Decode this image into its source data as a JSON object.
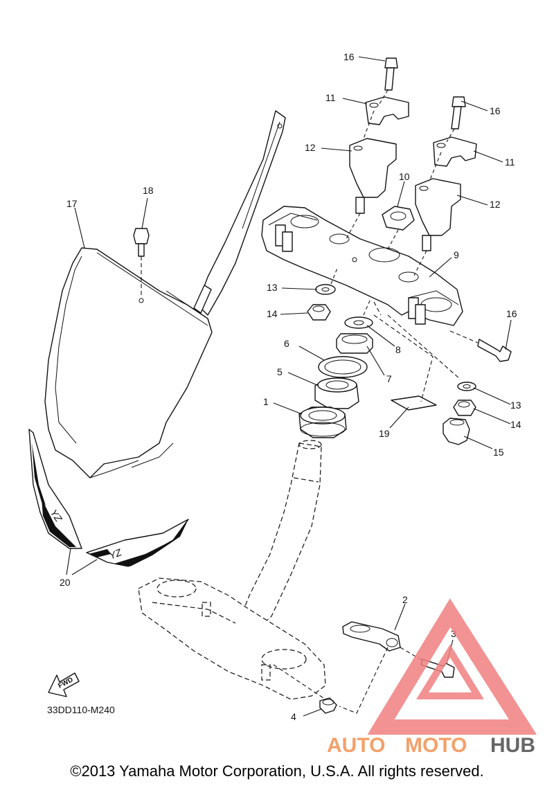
{
  "diagram_code": "33DD110-M240",
  "fwd_label": "FWD",
  "copyright": "©2013 Yamaha Motor Corporation, U.S.A. All rights reserved.",
  "watermark": {
    "part1": "AUTO",
    "part2": "MOTO",
    "part3": "HUB",
    "color_primary": "#f4a06a",
    "color_accent": "#f08080",
    "color_dark": "#666666"
  },
  "callouts": [
    "1",
    "2",
    "3",
    "4",
    "5",
    "6",
    "7",
    "8",
    "9",
    "10",
    "11",
    "11",
    "12",
    "12",
    "13",
    "13",
    "14",
    "14",
    "15",
    "16",
    "16",
    "16",
    "17",
    "18",
    "19",
    "20"
  ],
  "decal_text": "YZ"
}
